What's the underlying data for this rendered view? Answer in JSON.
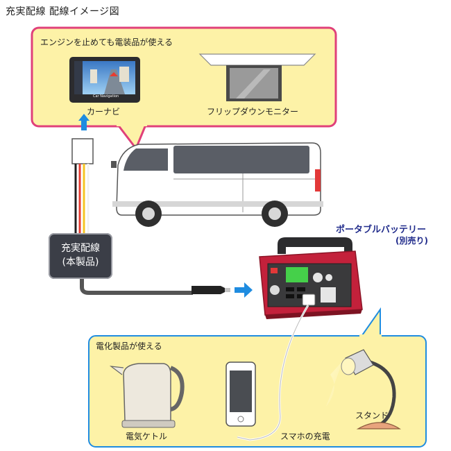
{
  "page": {
    "title": "充実配線  配線イメージ図"
  },
  "top_panel": {
    "label": "エンジンを止めても電装品が使える",
    "items": [
      {
        "name": "car-navigation",
        "label": "カーナビ",
        "screen_text": "Car Navigation"
      },
      {
        "name": "flip-down-monitor",
        "label": "フリップダウンモニター"
      }
    ]
  },
  "product": {
    "line1": "充実配線",
    "line2": "(本製品)"
  },
  "battery": {
    "title": "ポータブルバッテリー",
    "subtitle": "(別売り)"
  },
  "bottom_panel": {
    "label": "電化製品が使える",
    "items": [
      {
        "name": "kettle",
        "label": "電気ケトル"
      },
      {
        "name": "smartphone",
        "label": "スマホの充電"
      },
      {
        "name": "desk-lamp",
        "label": "スタンド"
      }
    ]
  },
  "colors": {
    "panel_fill": "#fdf2a7",
    "panel_border": "#e0407a",
    "arrow": "#1f8ce0",
    "battery_body": "#c3213b",
    "product_box": "#3b3e47"
  }
}
